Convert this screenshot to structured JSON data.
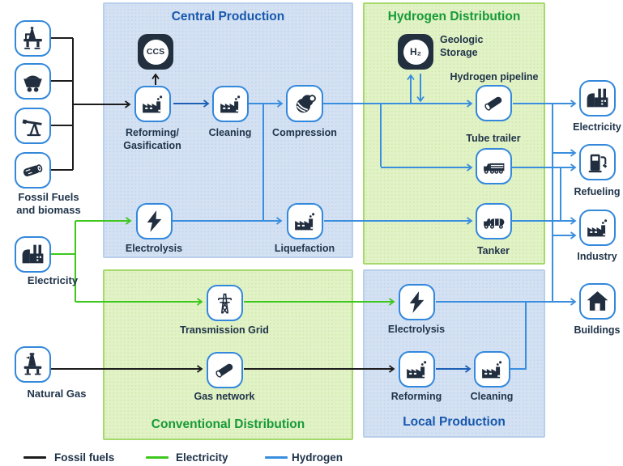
{
  "regions": {
    "central_production": {
      "title": "Central Production"
    },
    "hydrogen_distribution": {
      "title": "Hydrogen Distribution"
    },
    "conventional_distribution": {
      "title": "Conventional Distribution"
    },
    "local_production": {
      "title": "Local Production"
    }
  },
  "sources": {
    "fossil": {
      "line1": "Fossil Fuels",
      "line2": "and biomass"
    },
    "electricity": {
      "label": "Electricity"
    },
    "natural_gas": {
      "label": "Natural Gas"
    }
  },
  "central": {
    "ccs": "CCS",
    "reforming": {
      "line1": "Reforming/",
      "line2": "Gasification"
    },
    "cleaning": "Cleaning",
    "compression": "Compression",
    "electrolysis": "Electrolysis",
    "liquefaction": "Liquefaction"
  },
  "distribution": {
    "h2": "H₂",
    "geologic_storage": {
      "line1": "Geologic",
      "line2": "Storage"
    },
    "pipeline": "Hydrogen pipeline",
    "tube_trailer": "Tube trailer",
    "tanker": "Tanker"
  },
  "conventional": {
    "transmission_grid": "Transmission Grid",
    "gas_network": "Gas network"
  },
  "local": {
    "electrolysis": "Electrolysis",
    "reforming": "Reforming",
    "cleaning": "Cleaning"
  },
  "end_uses": {
    "electricity": "Electricity",
    "refueling": "Refueling",
    "industry": "Industry",
    "buildings": "Buildings"
  },
  "legend": {
    "items": [
      {
        "label": "Fossil fuels",
        "color": "#1c1c1c"
      },
      {
        "label": "Electricity",
        "color": "#3ec71d"
      },
      {
        "label": "Hydrogen",
        "color": "#3a8ede"
      }
    ]
  },
  "colors": {
    "fossil_line": "#1c1c1c",
    "electricity_line": "#3ec71d",
    "hydrogen_line": "#3a8ede",
    "hydrogen_dark_line": "#1d5fb5",
    "region_blue_fill": "#d3e1f3",
    "region_green_fill": "#e2f2c7",
    "node_border": "#3388db",
    "title_blue": "#1758ad",
    "title_green": "#169a38"
  }
}
